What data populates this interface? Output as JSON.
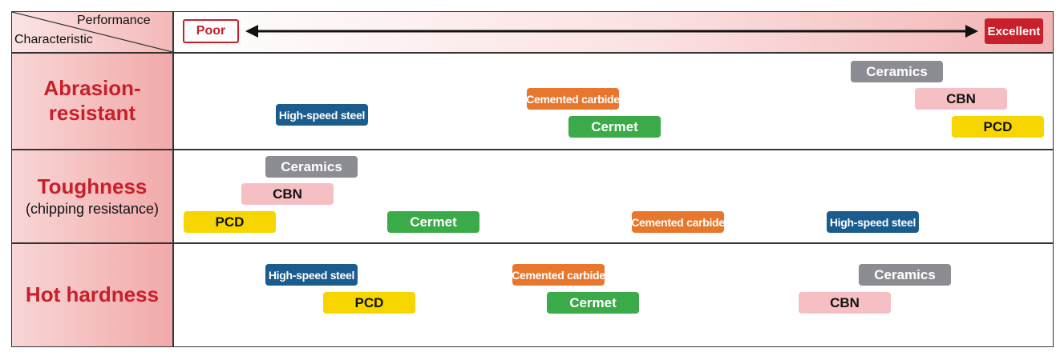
{
  "header": {
    "performance_label": "Performance",
    "characteristic_label": "Characteristic",
    "poor_label": "Poor",
    "excellent_label": "Excellent"
  },
  "rows": [
    {
      "title_line1": "Abrasion-",
      "title_line2": "resistant",
      "subtitle": ""
    },
    {
      "title_line1": "Toughness",
      "title_line2": "",
      "subtitle": "(chipping resistance)"
    },
    {
      "title_line1": "Hot hardness",
      "title_line2": "",
      "subtitle": ""
    }
  ],
  "materials": {
    "hss": "High-speed steel",
    "carbide": "Cemented carbide",
    "cermet": "Cermet",
    "ceramics": "Ceramics",
    "cbn": "CBN",
    "pcd": "PCD"
  },
  "colors": {
    "accent_red": "#c8202a",
    "hss": "#1b5c8e",
    "carbide": "#e8772e",
    "cermet": "#3aab48",
    "ceramics": "#8c8c93",
    "cbn": "#f6bfc4",
    "pcd": "#f7d600"
  }
}
